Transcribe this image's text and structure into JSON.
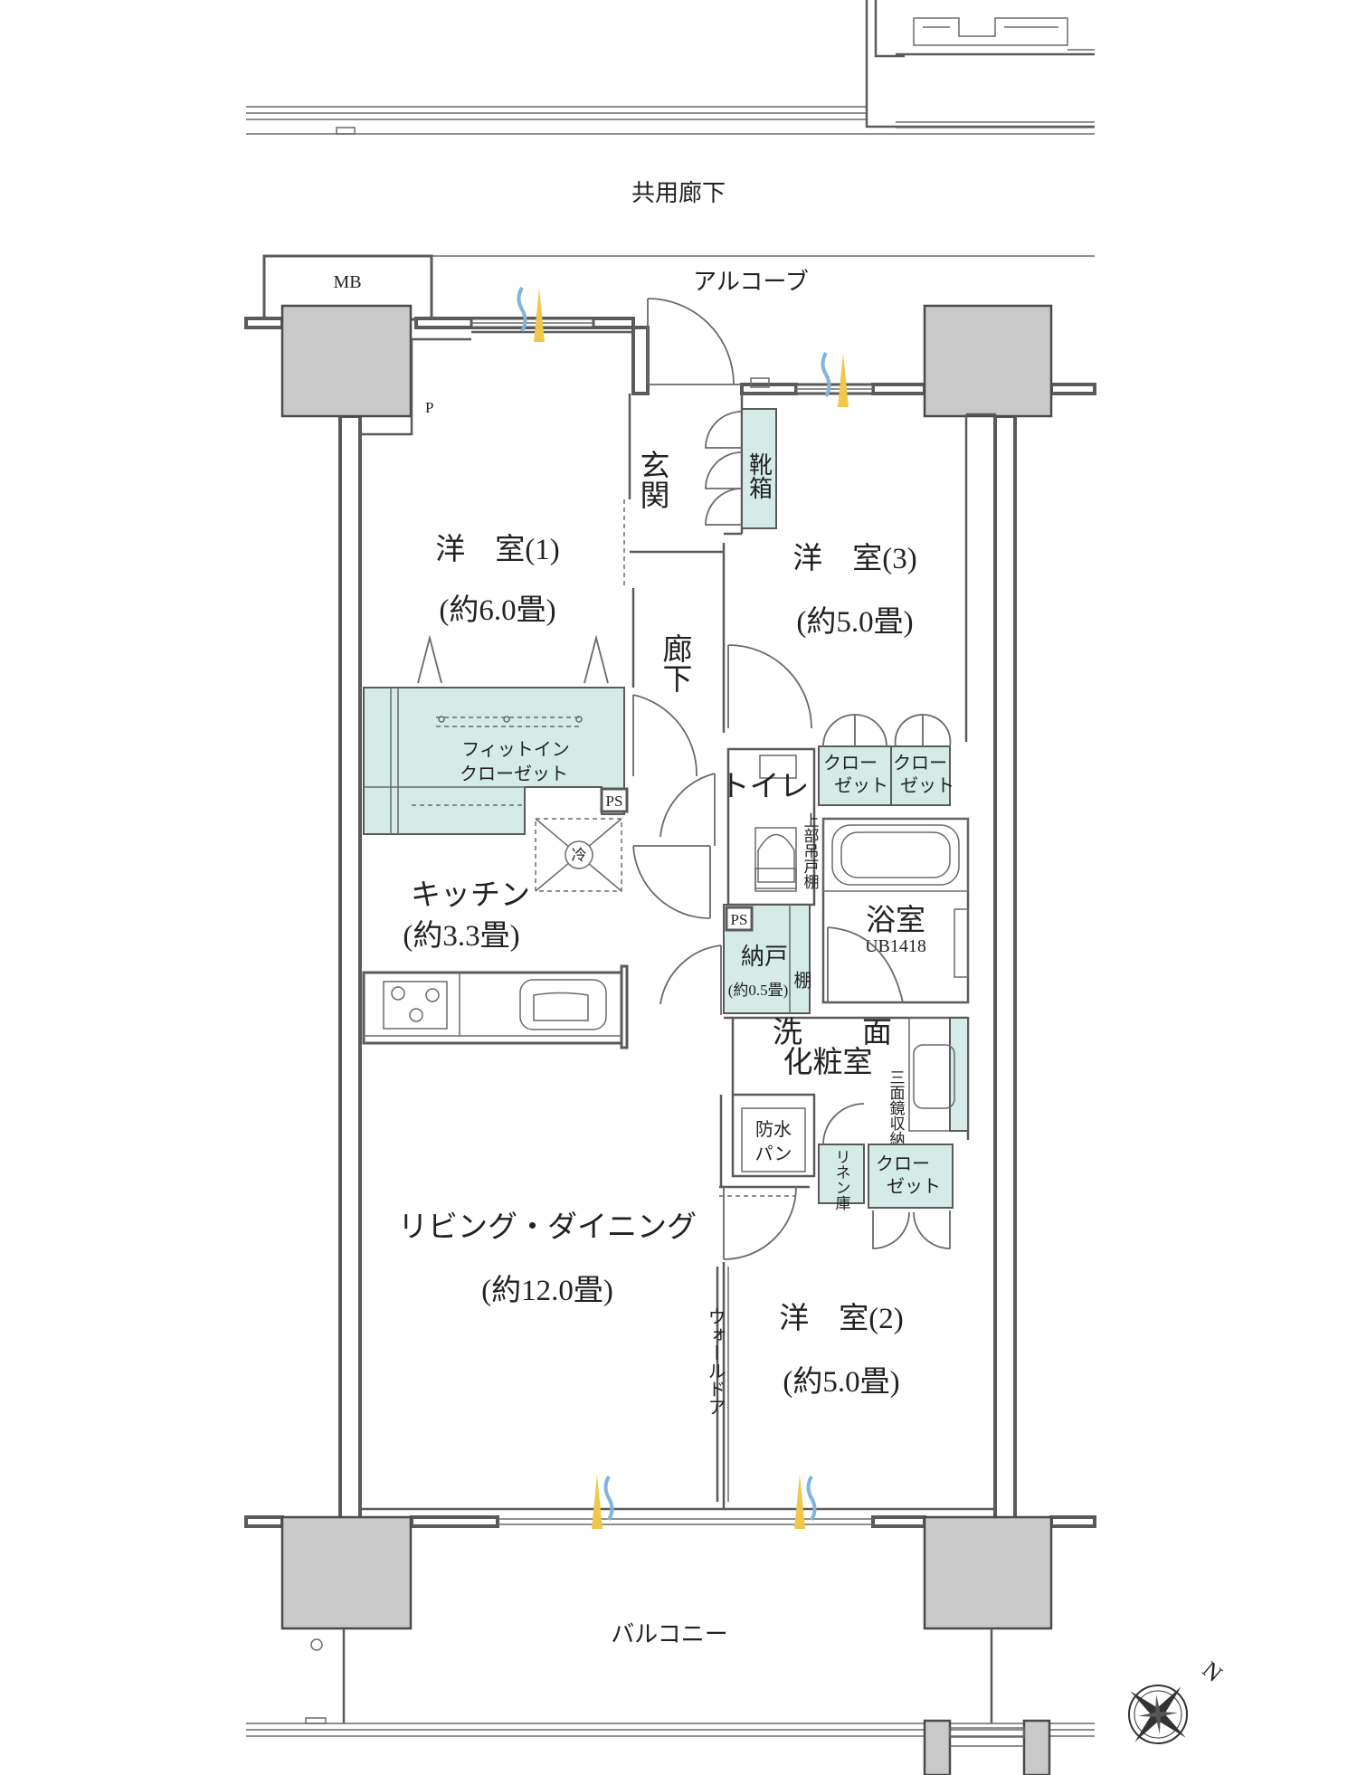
{
  "labels": {
    "corridor": "共用廊下",
    "alcove": "アルコーブ",
    "mb": "MB",
    "p": "P",
    "entrance": "玄関",
    "shoe_box": "靴箱",
    "hall": "廊下",
    "room1_name": "洋　室(1)",
    "room1_size": "(約6.0畳)",
    "room3_name": "洋　室(3)",
    "room3_size": "(約5.0畳)",
    "wic_line1": "フィットイン",
    "wic_line2": "クローゼット",
    "ps1": "PS",
    "ps2": "PS",
    "fridge": "冷",
    "kitchen_name": "キッチン",
    "kitchen_size": "(約3.3畳)",
    "toilet": "トイレ",
    "upper_shelf": "上部吊戸棚",
    "closet_a1": "クロー",
    "closet_a2": "ゼット",
    "closet_b1": "クロー",
    "closet_b2": "ゼット",
    "bath": "浴室",
    "bath_unit": "UB1418",
    "storage": "納戸",
    "storage_size": "(約0.5畳)",
    "shelf": "棚",
    "wash_line1": "洗　　面",
    "wash_line2": "化粧室",
    "mirror": "三面鏡収納",
    "pan_line1": "防水",
    "pan_line2": "パン",
    "linen": "リネン庫",
    "closet_c1": "クロー",
    "closet_c2": "ゼット",
    "living_name": "リビング・ダイニング",
    "living_size": "(約12.0畳)",
    "wall_door": "ウォールドア",
    "room2_name": "洋　室(2)",
    "room2_size": "(約5.0畳)",
    "balcony": "バルコニー",
    "north": "N"
  },
  "colors": {
    "closet_fill": "#d4ebe8",
    "column_fill": "#c9c9c9",
    "vent_blue": "#7fb4de",
    "vent_yellow": "#f0c74a"
  },
  "icons": [
    "ventilation-icon",
    "compass-icon",
    "stove-icon",
    "sink-icon",
    "bathtub-icon",
    "toilet-icon"
  ]
}
